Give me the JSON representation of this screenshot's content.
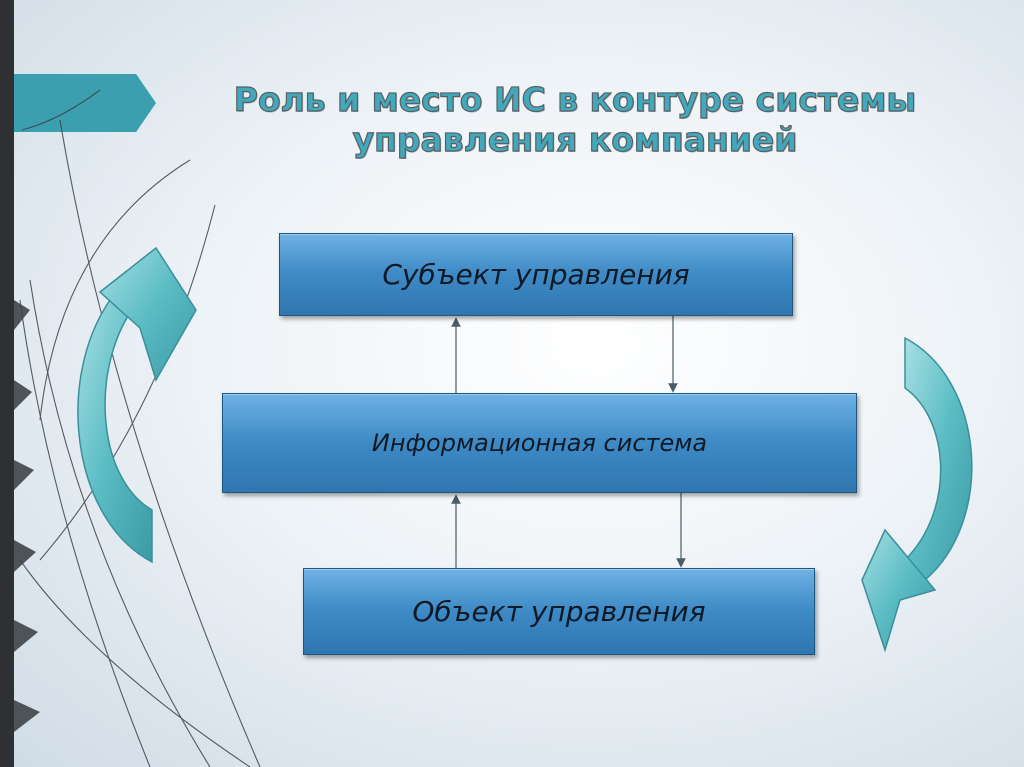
{
  "title": {
    "line1": "Роль и место ИС в контуре системы",
    "line2": "управления компанией"
  },
  "boxes": {
    "subject": "Субъект управления",
    "info_system": "Информационная система",
    "object": "Объект управления"
  },
  "colors": {
    "accent": "#3c9fb0",
    "box_fill": "#3f8bc6",
    "curved_arrow": "#5bbcc4",
    "left_bar": "#2f3033"
  },
  "icons": [
    "curved-arrow-left-icon",
    "curved-arrow-right-icon",
    "decorative-leaves"
  ]
}
